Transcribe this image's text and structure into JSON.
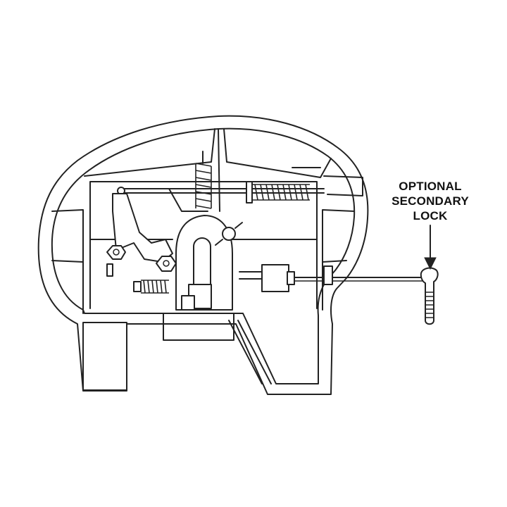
{
  "callout": {
    "lines": [
      "OPTIONAL",
      "SECONDARY",
      "LOCK"
    ]
  },
  "colors": {
    "line": "#222222",
    "background": "#ffffff"
  }
}
